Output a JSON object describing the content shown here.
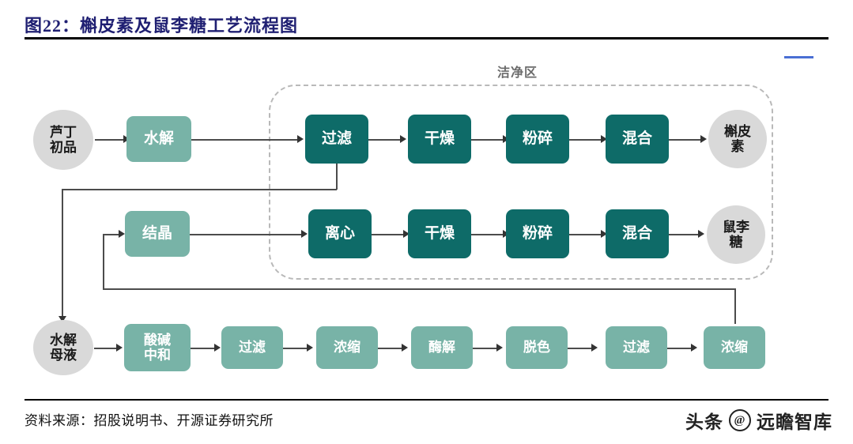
{
  "header": {
    "figure_title": "图22：槲皮素及鼠李糖工艺流程图"
  },
  "footer": {
    "source_note": "资料来源：招股说明书、开源证券研究所",
    "watermark_prefix": "头条",
    "watermark_at": "@",
    "watermark_name": "远瞻智库"
  },
  "diagram": {
    "clean_zone_label": "洁净区",
    "colors": {
      "dark_teal": "#0e6b68",
      "light_teal": "#78b3a7",
      "gray_node": "#d9d9d9",
      "connector": "#4c4c4c",
      "title_blue": "#1f1f72",
      "accent_blue": "#4a6fd4",
      "zone_dash": "#b9b9b9"
    },
    "row1": {
      "start": "芦丁\n初品",
      "steps": [
        "水解",
        "过滤",
        "干燥",
        "粉碎",
        "混合"
      ],
      "end": "槲皮\n素"
    },
    "row2": {
      "steps": [
        "结晶",
        "离心",
        "干燥",
        "粉碎",
        "混合"
      ],
      "end": "鼠李\n糖"
    },
    "row3": {
      "start": "水解\n母液",
      "steps": [
        "酸碱\n中和",
        "过滤",
        "浓缩",
        "酶解",
        "脱色",
        "过滤",
        "浓缩"
      ]
    }
  }
}
